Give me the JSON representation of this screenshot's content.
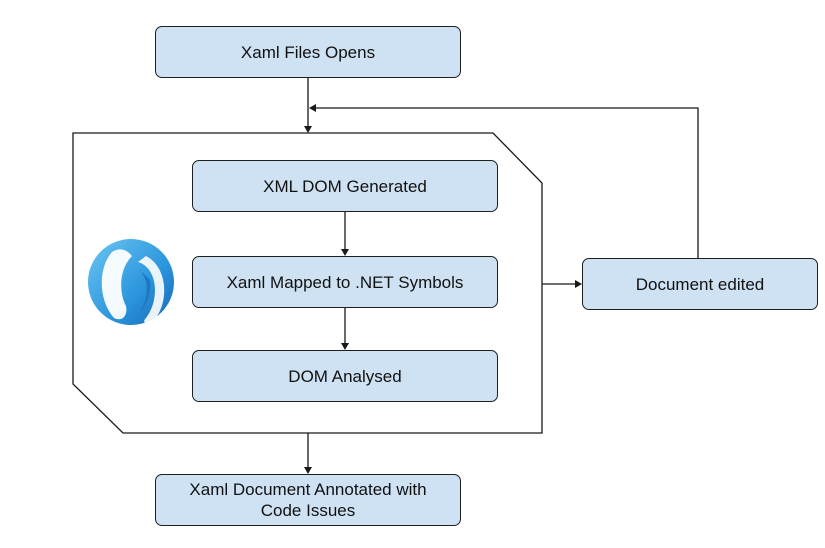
{
  "nodes": {
    "files_open": "Xaml Files Opens",
    "xml_dom": "XML DOM Generated",
    "mapped": "Xaml Mapped to .NET Symbols",
    "analysed": "DOM Analysed",
    "edited": "Document edited",
    "annotated": "Xaml Document Annotated with Code Issues"
  },
  "colors": {
    "box_fill": "#cfe2f3",
    "logo_primary": "#3fa9e6",
    "logo_dark": "#1b6fb8"
  },
  "icons": {
    "logo": "resharper-xaml-logo-icon"
  }
}
